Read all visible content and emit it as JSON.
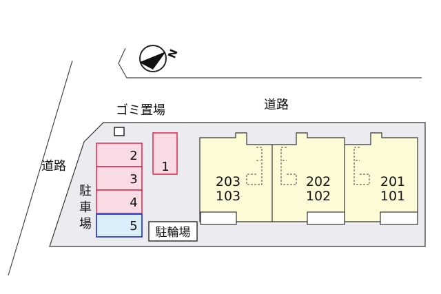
{
  "roads": {
    "north_label": "道路",
    "west_label": "道路"
  },
  "compass": {
    "letter": "N",
    "icon": "north-arrow-icon"
  },
  "garbage": {
    "label": "ゴミ置場"
  },
  "parking": {
    "label_chars": [
      "駐",
      "車",
      "場"
    ],
    "spaces": [
      "2",
      "3",
      "4",
      "5"
    ],
    "separate_space": "1"
  },
  "bicycle_parking": {
    "label": "駐輪場"
  },
  "units": [
    {
      "upper": "203",
      "lower": "103"
    },
    {
      "upper": "202",
      "lower": "102"
    },
    {
      "upper": "201",
      "lower": "101"
    }
  ],
  "colors": {
    "lot": "#ececf0",
    "building": "#fefcd6",
    "parking_pink": "#f9dce3",
    "parking_red": "#e0254a",
    "bike_blue_fill": "#d9eef9",
    "bike_blue_border": "#2c3fd0",
    "line": "#333333"
  }
}
